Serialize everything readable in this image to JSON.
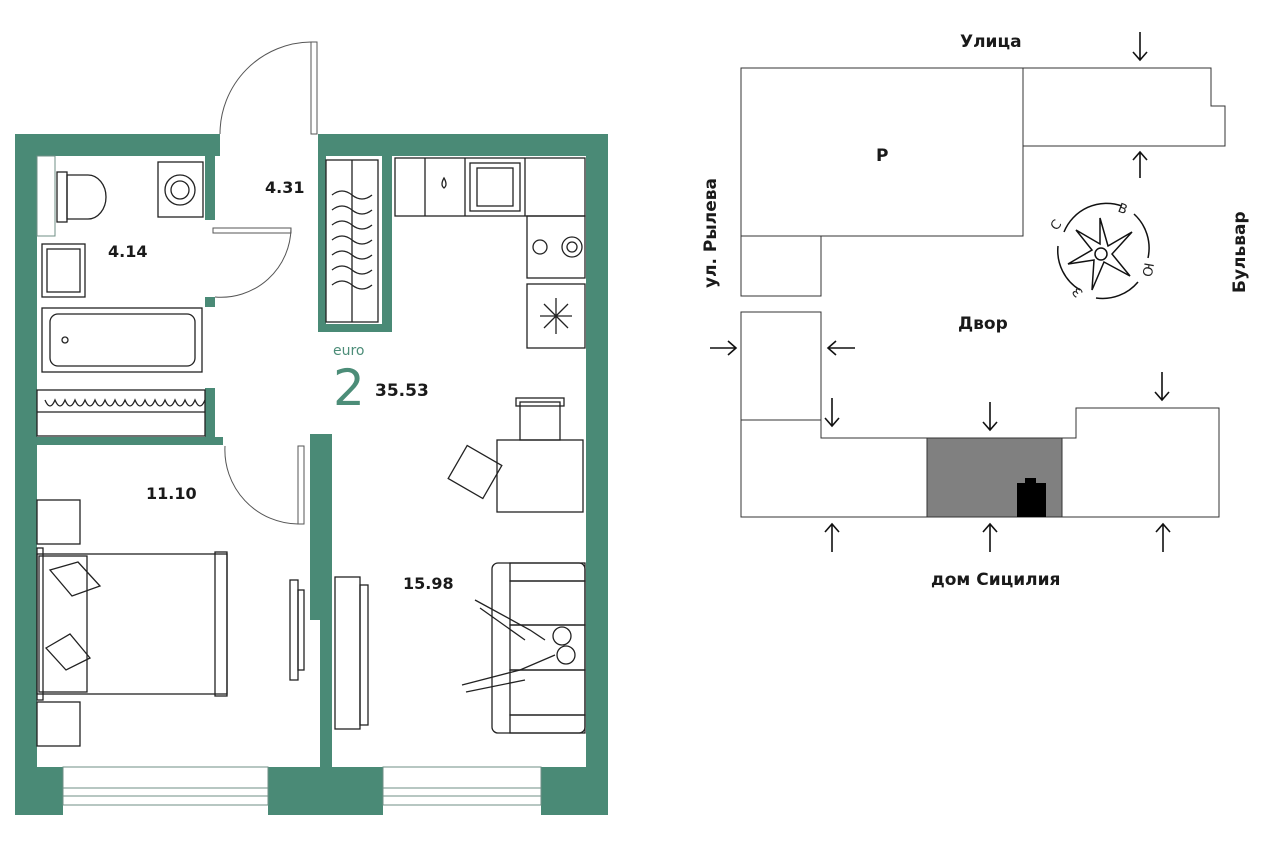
{
  "plan": {
    "class_label": "euro",
    "room_count": "2",
    "total_area": "35.53",
    "rooms": {
      "hall": "4.31",
      "bathroom": "4.14",
      "bedroom": "11.10",
      "living_kitchen": "15.98"
    },
    "wall_color": "#4a8a76",
    "accent_color": "#4c8d78"
  },
  "site": {
    "street_top": "Улица",
    "street_left": "ул. Рылева",
    "street_right": "Бульвар",
    "courtyard": "Двор",
    "parking_marker": "Р",
    "building_name": "дом Сицилия",
    "compass": {
      "n": "С",
      "e": "В",
      "s": "Ю",
      "w": "З"
    },
    "highlight_color": "#808080"
  }
}
